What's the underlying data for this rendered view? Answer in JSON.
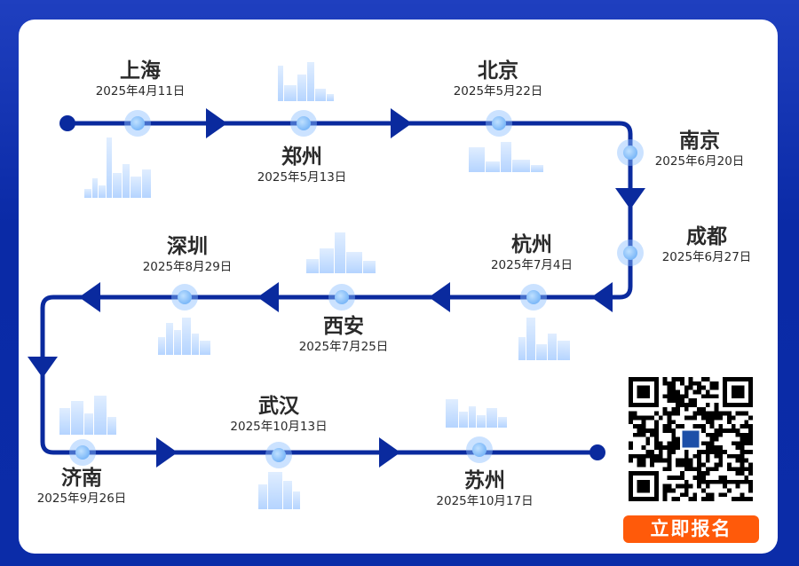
{
  "stops": [
    {
      "name": "上海",
      "date": "2025年4月11日"
    },
    {
      "name": "郑州",
      "date": "2025年5月13日"
    },
    {
      "name": "北京",
      "date": "2025年5月22日"
    },
    {
      "name": "南京",
      "date": "2025年6月20日"
    },
    {
      "name": "成都",
      "date": "2025年6月27日"
    },
    {
      "name": "杭州",
      "date": "2025年7月4日"
    },
    {
      "name": "西安",
      "date": "2025年7月25日"
    },
    {
      "name": "深圳",
      "date": "2025年8月29日"
    },
    {
      "name": "济南",
      "date": "2025年9月26日"
    },
    {
      "name": "武汉",
      "date": "2025年10月13日"
    },
    {
      "name": "苏州",
      "date": "2025年10月17日"
    }
  ],
  "cta": {
    "label": "立即报名"
  },
  "colors": {
    "route": "#0a2a9e",
    "button": "#ff5a0a",
    "node": "#5ea6f5"
  }
}
